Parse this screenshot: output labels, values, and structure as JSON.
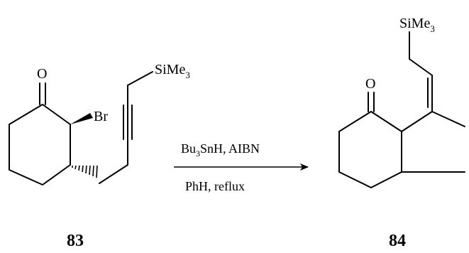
{
  "reaction": {
    "reactant": {
      "label": "83",
      "atoms": {
        "oxygen": "O",
        "bromine": "Br",
        "silyl_main": "SiMe",
        "silyl_sub": "3"
      }
    },
    "product": {
      "label": "84",
      "atoms": {
        "oxygen": "O",
        "silyl_main": "SiMe",
        "silyl_sub": "3"
      }
    },
    "conditions": {
      "reagent_1_main": "Bu",
      "reagent_1_sub": "3",
      "reagent_1_rest": "SnH, AIBN",
      "reagent_2": "PhH, reflux"
    }
  }
}
